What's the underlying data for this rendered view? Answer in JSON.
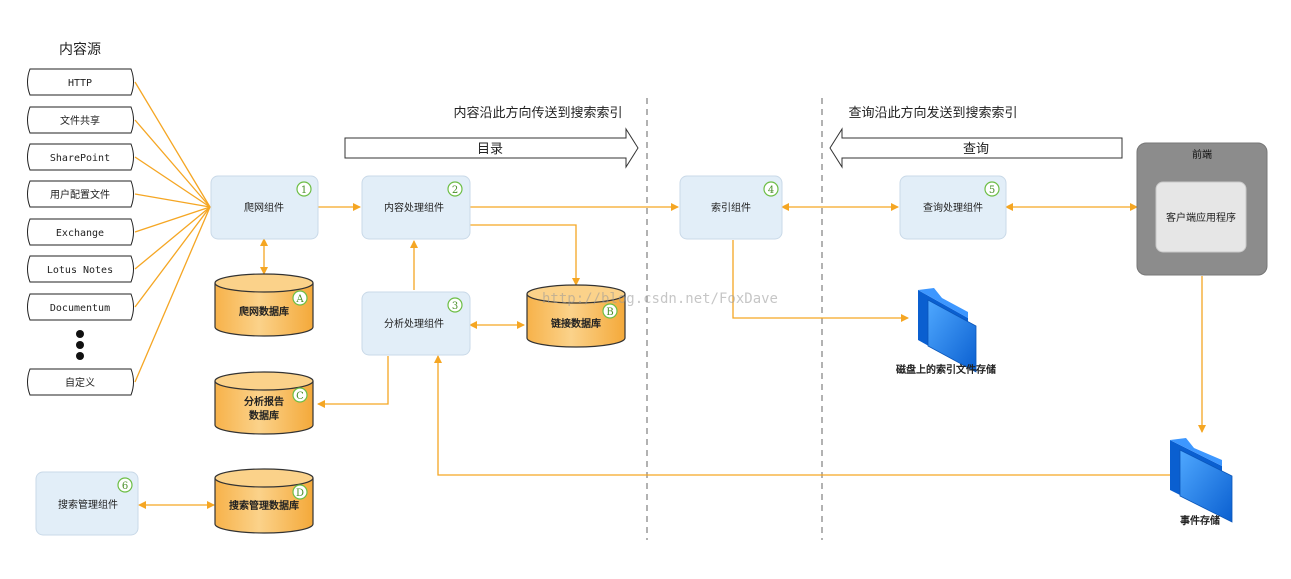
{
  "content_sources": {
    "title": "内容源",
    "items": [
      "HTTP",
      "文件共享",
      "SharePoint",
      "用户配置文件",
      "Exchange",
      "Lotus Notes",
      "Documentum"
    ],
    "last": "自定义"
  },
  "direction_labels": {
    "content": "内容沿此方向传送到搜索索引",
    "query": "查询沿此方向发送到搜索索引"
  },
  "arrows": {
    "catalog": "目录",
    "query": "查询"
  },
  "components": {
    "crawl": {
      "label": "爬网组件",
      "badge": "1"
    },
    "content_processing": {
      "label": "内容处理组件",
      "badge": "2"
    },
    "analysis_processing": {
      "label": "分析处理组件",
      "badge": "3"
    },
    "index": {
      "label": "索引组件",
      "badge": "4"
    },
    "query_processing": {
      "label": "查询处理组件",
      "badge": "5"
    },
    "search_admin": {
      "label": "搜索管理组件",
      "badge": "6"
    }
  },
  "databases": {
    "crawl_db": {
      "label": "爬网数据库",
      "badge": "A"
    },
    "link_db": {
      "label": "链接数据库",
      "badge": "B"
    },
    "analytics_db": {
      "line1": "分析报告",
      "line2": "数据库",
      "badge": "C"
    },
    "admin_db": {
      "label": "搜索管理数据库",
      "badge": "D"
    }
  },
  "frontend": {
    "title": "前端",
    "client": "客户端应用程序"
  },
  "stores": {
    "index_files": "磁盘上的索引文件存储",
    "events": "事件存储"
  },
  "watermark": "http://blog.csdn.net/FoxDave",
  "colors": {
    "connector": "#F5A623",
    "component_fill": "#E2EEF8",
    "database_fill": "#F9C368",
    "badge_stroke": "#6DBE45",
    "frontend_fill": "#8C8C8C",
    "folder_blue": "#1E7FE8"
  }
}
